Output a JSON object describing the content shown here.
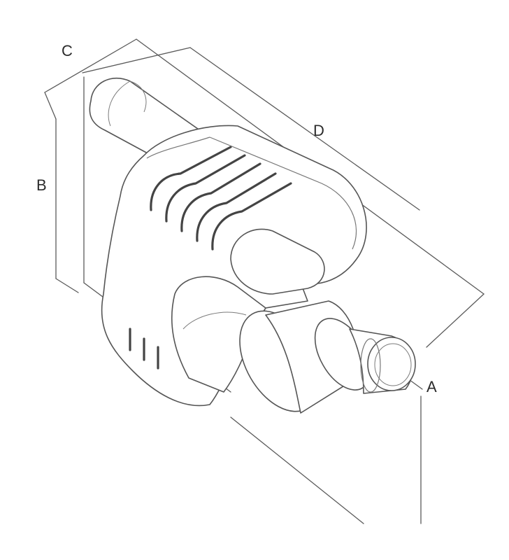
{
  "labels": {
    "a": "A",
    "b": "B",
    "c": "C",
    "d": "D"
  },
  "colors": {
    "line": "#5a5a5a",
    "background": "#ffffff"
  }
}
